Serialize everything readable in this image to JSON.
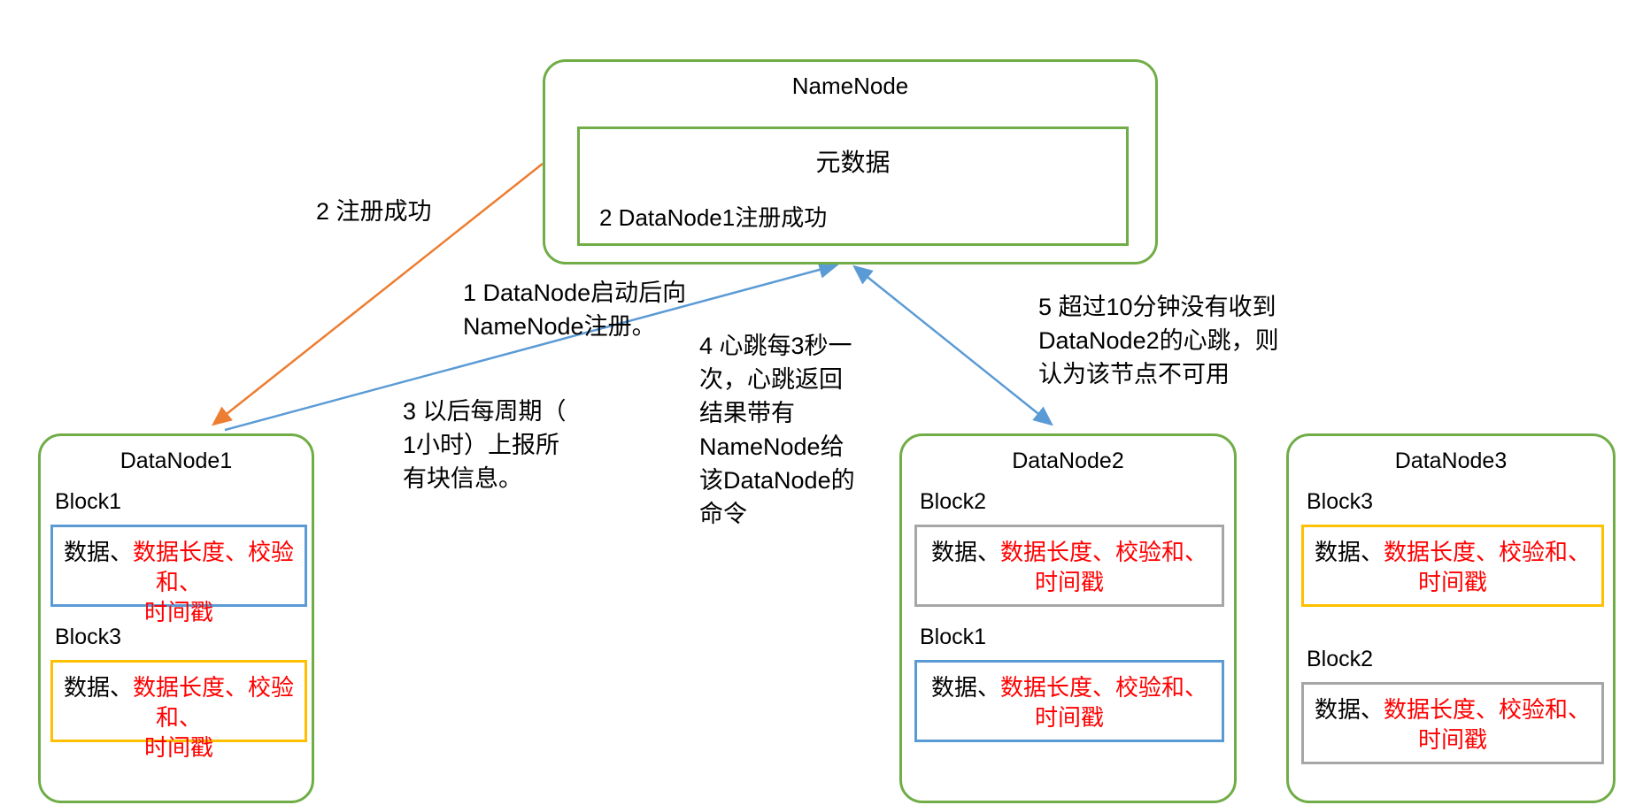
{
  "namenode": {
    "title": "NameNode",
    "inner": {
      "heading": "元数据",
      "status_line": "2 DataNode1注册成功"
    }
  },
  "annotations": {
    "register_success": "2 注册成功",
    "register": "1 DataNode启动后向\nNameNode注册。",
    "block_report": "3 以后每周期（\n1小时）上报所\n有块信息。",
    "heartbeat": "4 心跳每3秒一\n次，心跳返回\n结果带有\nNameNode给\n该DataNode的\n命令",
    "timeout": "5 超过10分钟没有收到\nDataNode2的心跳，则\n认为该节点不可用"
  },
  "block_content": {
    "black": "数据、",
    "red_line1": "数据长度、校验和、",
    "red_line2": "时间戳"
  },
  "datanodes": [
    {
      "title": "DataNode1",
      "blocks": [
        {
          "label": "Block1",
          "border": "blue"
        },
        {
          "label": "Block3",
          "border": "yellow"
        }
      ]
    },
    {
      "title": "DataNode2",
      "blocks": [
        {
          "label": "Block2",
          "border": "gray"
        },
        {
          "label": "Block1",
          "border": "blue"
        }
      ]
    },
    {
      "title": "DataNode3",
      "blocks": [
        {
          "label": "Block3",
          "border": "yellow"
        },
        {
          "label": "Block2",
          "border": "gray"
        }
      ]
    }
  ],
  "colors": {
    "node_border_green": "#70AD47",
    "arrow_orange": "#ED7D31",
    "arrow_blue": "#5B9BD5",
    "block_border_blue": "#5B9BD5",
    "block_border_yellow": "#FFC000",
    "block_border_gray": "#A6A6A6",
    "highlight_red": "#FF0000"
  }
}
